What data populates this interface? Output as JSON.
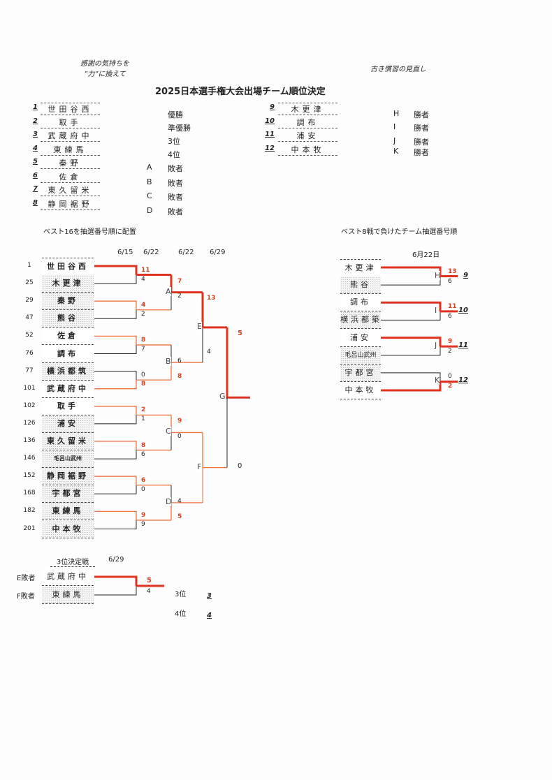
{
  "header": {
    "slogan_left_1": "感謝の気持ちを",
    "slogan_left_2": "”力”に換えて",
    "slogan_right": "古き慣習の見直し",
    "title": "2025日本選手権大会出場チーム順位決定"
  },
  "ranking_left": [
    {
      "rank": "1",
      "team": "世田谷西",
      "note_key": "",
      "note": "優勝"
    },
    {
      "rank": "2",
      "team": "取手",
      "note_key": "",
      "note": "準優勝"
    },
    {
      "rank": "3",
      "team": "武蔵府中",
      "note_key": "",
      "note": "3位"
    },
    {
      "rank": "4",
      "team": "東練馬",
      "note_key": "",
      "note": "4位"
    },
    {
      "rank": "5",
      "team": "秦野",
      "note_key": "A",
      "note": "敗者"
    },
    {
      "rank": "6",
      "team": "佐倉",
      "note_key": "B",
      "note": "敗者"
    },
    {
      "rank": "7",
      "team": "東久留米",
      "note_key": "C",
      "note": "敗者"
    },
    {
      "rank": "8",
      "team": "静岡裾野",
      "note_key": "D",
      "note": "敗者"
    }
  ],
  "ranking_right": [
    {
      "rank": "9",
      "team": "木更津",
      "note_key": "H",
      "note": "勝者"
    },
    {
      "rank": "10",
      "team": "調布",
      "note_key": "I",
      "note": "勝者"
    },
    {
      "rank": "11",
      "team": "浦安",
      "note_key": "J",
      "note": "勝者"
    },
    {
      "rank": "12",
      "team": "中本牧",
      "note_key": "K",
      "note": "勝者"
    }
  ],
  "main_bracket": {
    "caption": "ベスト16を抽選番号順に配置",
    "dates": [
      "6/15",
      "6/22",
      "6/22",
      "6/29"
    ],
    "teams": [
      {
        "seed": "1",
        "name": "世田谷西"
      },
      {
        "seed": "25",
        "name": "木更津"
      },
      {
        "seed": "29",
        "name": "秦野"
      },
      {
        "seed": "47",
        "name": "熊谷"
      },
      {
        "seed": "52",
        "name": "佐倉"
      },
      {
        "seed": "76",
        "name": "調布"
      },
      {
        "seed": "77",
        "name": "横浜都筑"
      },
      {
        "seed": "101",
        "name": "武蔵府中"
      },
      {
        "seed": "102",
        "name": "取手"
      },
      {
        "seed": "126",
        "name": "浦安"
      },
      {
        "seed": "136",
        "name": "東久留米"
      },
      {
        "seed": "146",
        "name": "毛呂山武州"
      },
      {
        "seed": "152",
        "name": "静岡裾野"
      },
      {
        "seed": "168",
        "name": "宇都宮"
      },
      {
        "seed": "182",
        "name": "東練馬"
      },
      {
        "seed": "201",
        "name": "中本牧"
      }
    ],
    "round1_scores": [
      [
        "11",
        "4"
      ],
      [
        "4",
        "2"
      ],
      [
        "8",
        "7"
      ],
      [
        "0",
        "8"
      ],
      [
        "2",
        "1"
      ],
      [
        "8",
        "6"
      ],
      [
        "6",
        "0"
      ],
      [
        "9",
        "9"
      ]
    ],
    "round2": [
      {
        "label": "A",
        "scores": [
          "7",
          "2"
        ]
      },
      {
        "label": "B",
        "scores": [
          "6",
          "8"
        ]
      },
      {
        "label": "C",
        "scores": [
          "9",
          "0"
        ]
      },
      {
        "label": "D",
        "scores": [
          "4",
          "5"
        ]
      }
    ],
    "round3": [
      {
        "label": "E",
        "scores": [
          "13",
          "4"
        ]
      },
      {
        "label": "F",
        "scores": [
          "",
          ""
        ]
      }
    ],
    "final": {
      "label": "G",
      "scores": [
        "5",
        "0"
      ]
    }
  },
  "consolation": {
    "caption": "ベスト8戦で負けたチーム抽選番号順",
    "date": "6月22日",
    "matches": [
      {
        "label": "H",
        "teams": [
          "木更津",
          "熊谷"
        ],
        "scores": [
          "13",
          "6"
        ],
        "rank": "9"
      },
      {
        "label": "I",
        "teams": [
          "調布",
          "横浜都築"
        ],
        "scores": [
          "11",
          "6"
        ],
        "rank": "10"
      },
      {
        "label": "J",
        "teams": [
          "浦安",
          "毛呂山武州"
        ],
        "scores": [
          "9",
          "2"
        ],
        "rank": "11"
      },
      {
        "label": "K",
        "teams": [
          "宇都宮",
          "中本牧"
        ],
        "scores": [
          "0",
          "2"
        ],
        "rank": "12"
      }
    ]
  },
  "third_place": {
    "caption": "3位決定戦",
    "date": "6/29",
    "slots": [
      "E敗者",
      "F敗者"
    ],
    "teams": [
      "武蔵府中",
      "東練馬"
    ],
    "scores": [
      "5",
      "4"
    ],
    "place_labels": [
      "3位",
      "4位"
    ],
    "place_ranks": [
      "3",
      "4"
    ]
  },
  "colors": {
    "champion_path": "#e0321e",
    "winner": "#f0703a",
    "loser": "#222222"
  }
}
